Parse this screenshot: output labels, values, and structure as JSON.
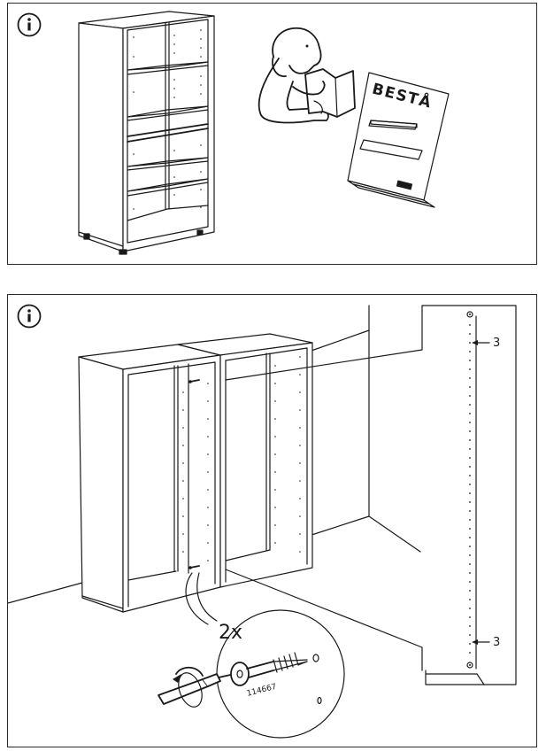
{
  "panel_1": {
    "manual_cover_title": "BESTÅ",
    "icon": "info-icon"
  },
  "panel_2": {
    "icon": "info-icon",
    "quantity_label": "2x",
    "screw_part_number": "114667",
    "hole_count_top": "3",
    "hole_count_bottom": "3"
  }
}
